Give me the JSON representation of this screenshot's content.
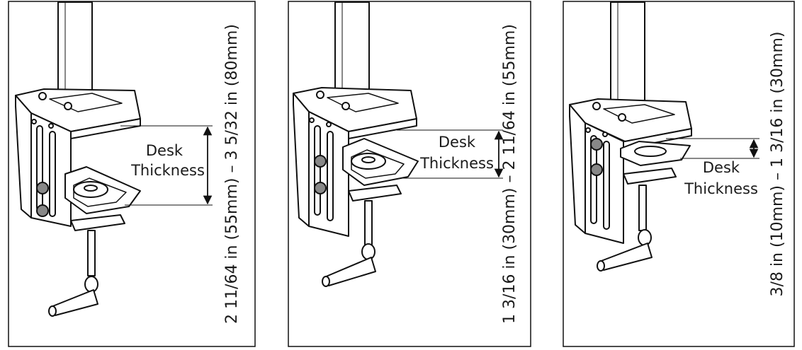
{
  "panels": [
    {
      "label_line1": "Desk",
      "label_line2": "Thickness",
      "range": "2 11/64 in (55mm) – 3 5/32 in (80mm)"
    },
    {
      "label_line1": "Desk",
      "label_line2": "Thickness",
      "range": "1 3/16 in (30mm) – 2 11/64 in (55mm)"
    },
    {
      "label_line1": "Desk",
      "label_line2": "Thickness",
      "range": "3/8 in (10mm) – 1 3/16 in (30mm)"
    }
  ]
}
